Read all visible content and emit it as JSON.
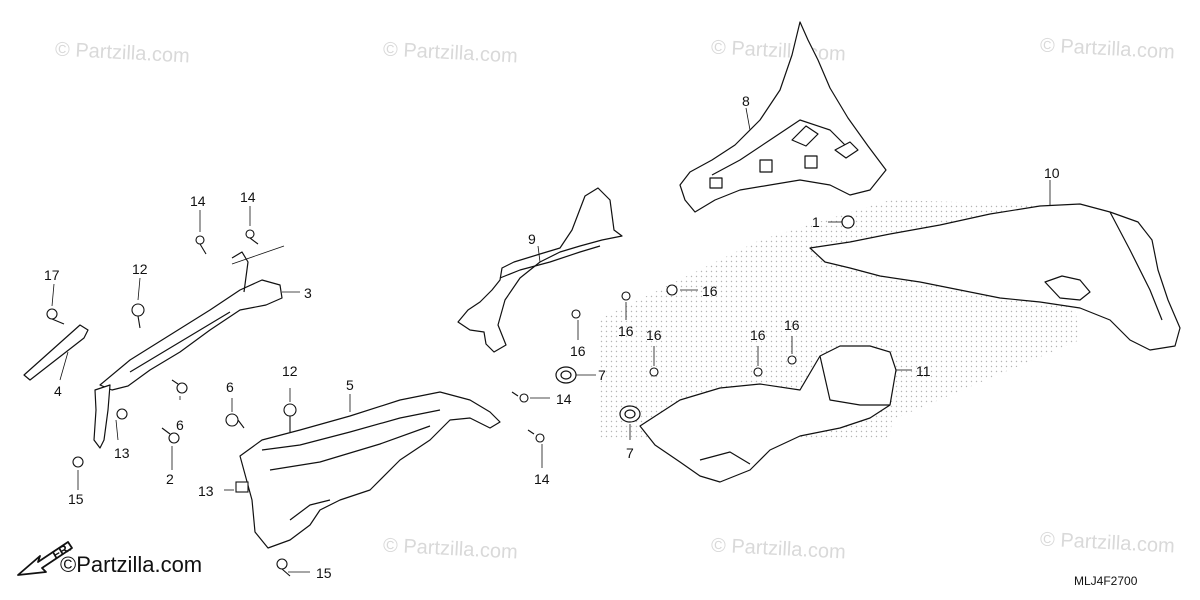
{
  "watermark": "© Partzilla.com",
  "logo_text": "©Partzilla.com",
  "diagram_code": "MLJ4F2700",
  "direction_label": "FR.",
  "callouts": [
    "1",
    "2",
    "3",
    "4",
    "5",
    "6",
    "6",
    "7",
    "7",
    "8",
    "9",
    "10",
    "11",
    "12",
    "12",
    "13",
    "13",
    "14",
    "14",
    "14",
    "14",
    "15",
    "15",
    "16",
    "16",
    "16",
    "16",
    "16",
    "16",
    "17"
  ],
  "colors": {
    "line": "#111111",
    "watermark": "#d9d9d9",
    "dots": "#b5b5b5"
  },
  "icons": [
    "front-direction-arrow-icon"
  ]
}
